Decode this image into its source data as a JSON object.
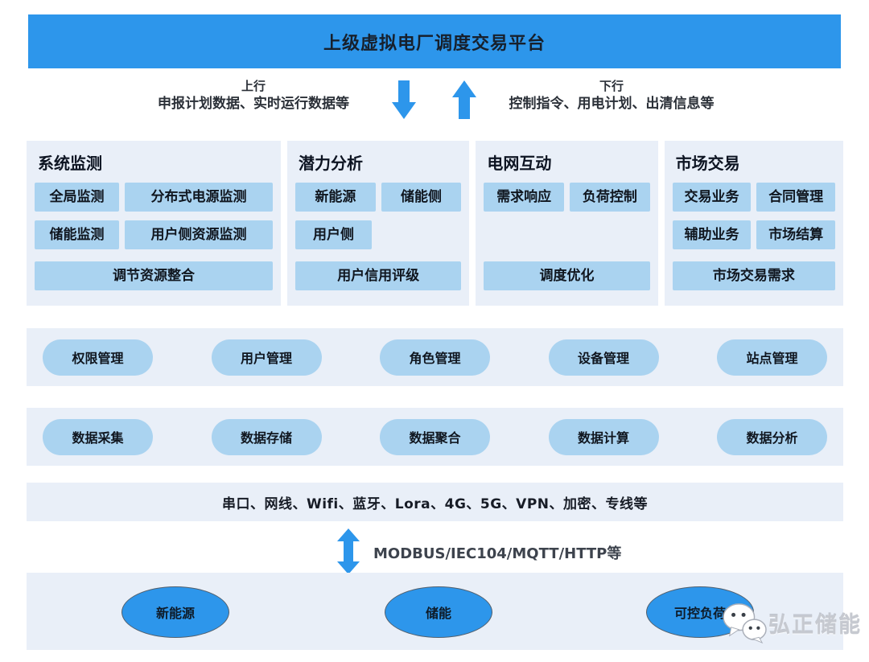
{
  "banner": {
    "title": "上级虚拟电厂调度交易平台"
  },
  "flows": {
    "uplink_label": "上行",
    "uplink_detail": "申报计划数据、实时运行数据等",
    "downlink_label": "下行",
    "downlink_detail": "控制指令、用电计划、出清信息等"
  },
  "modules": [
    {
      "title": "系统监测",
      "row1": [
        "全局监测",
        "分布式电源监测"
      ],
      "row2": [
        "储能监测",
        "用户侧资源监测"
      ],
      "row3": "调节资源整合"
    },
    {
      "title": "潜力分析",
      "row1": [
        "新能源",
        "储能侧"
      ],
      "row2": [
        "用户侧"
      ],
      "row3": "用户信用评级"
    },
    {
      "title": "电网互动",
      "row1": [
        "需求响应",
        "负荷控制"
      ],
      "row2": [],
      "row3": "调度优化"
    },
    {
      "title": "市场交易",
      "row1": [
        "交易业务",
        "合同管理"
      ],
      "row2": [
        "辅助业务",
        "市场结算"
      ],
      "row3": "市场交易需求"
    }
  ],
  "management_row": [
    "权限管理",
    "用户管理",
    "角色管理",
    "设备管理",
    "站点管理"
  ],
  "data_row": [
    "数据采集",
    "数据存储",
    "数据聚合",
    "数据计算",
    "数据分析"
  ],
  "comm_row": {
    "text": "串口、网线、Wifi、蓝牙、Lora、4G、5G、VPN、加密、专线等"
  },
  "protocol": {
    "text": "MODBUS/IEC104/MQTT/HTTP等"
  },
  "resources": [
    "新能源",
    "储能",
    "可控负荷"
  ],
  "watermark": {
    "brand": "弘正储能",
    "icon": "wechat-icon"
  },
  "colors": {
    "primary_blue": "#2d96eb",
    "light_box_blue": "#aad3f0",
    "panel_background": "#e9eff8",
    "text_dark": "#141a24"
  }
}
